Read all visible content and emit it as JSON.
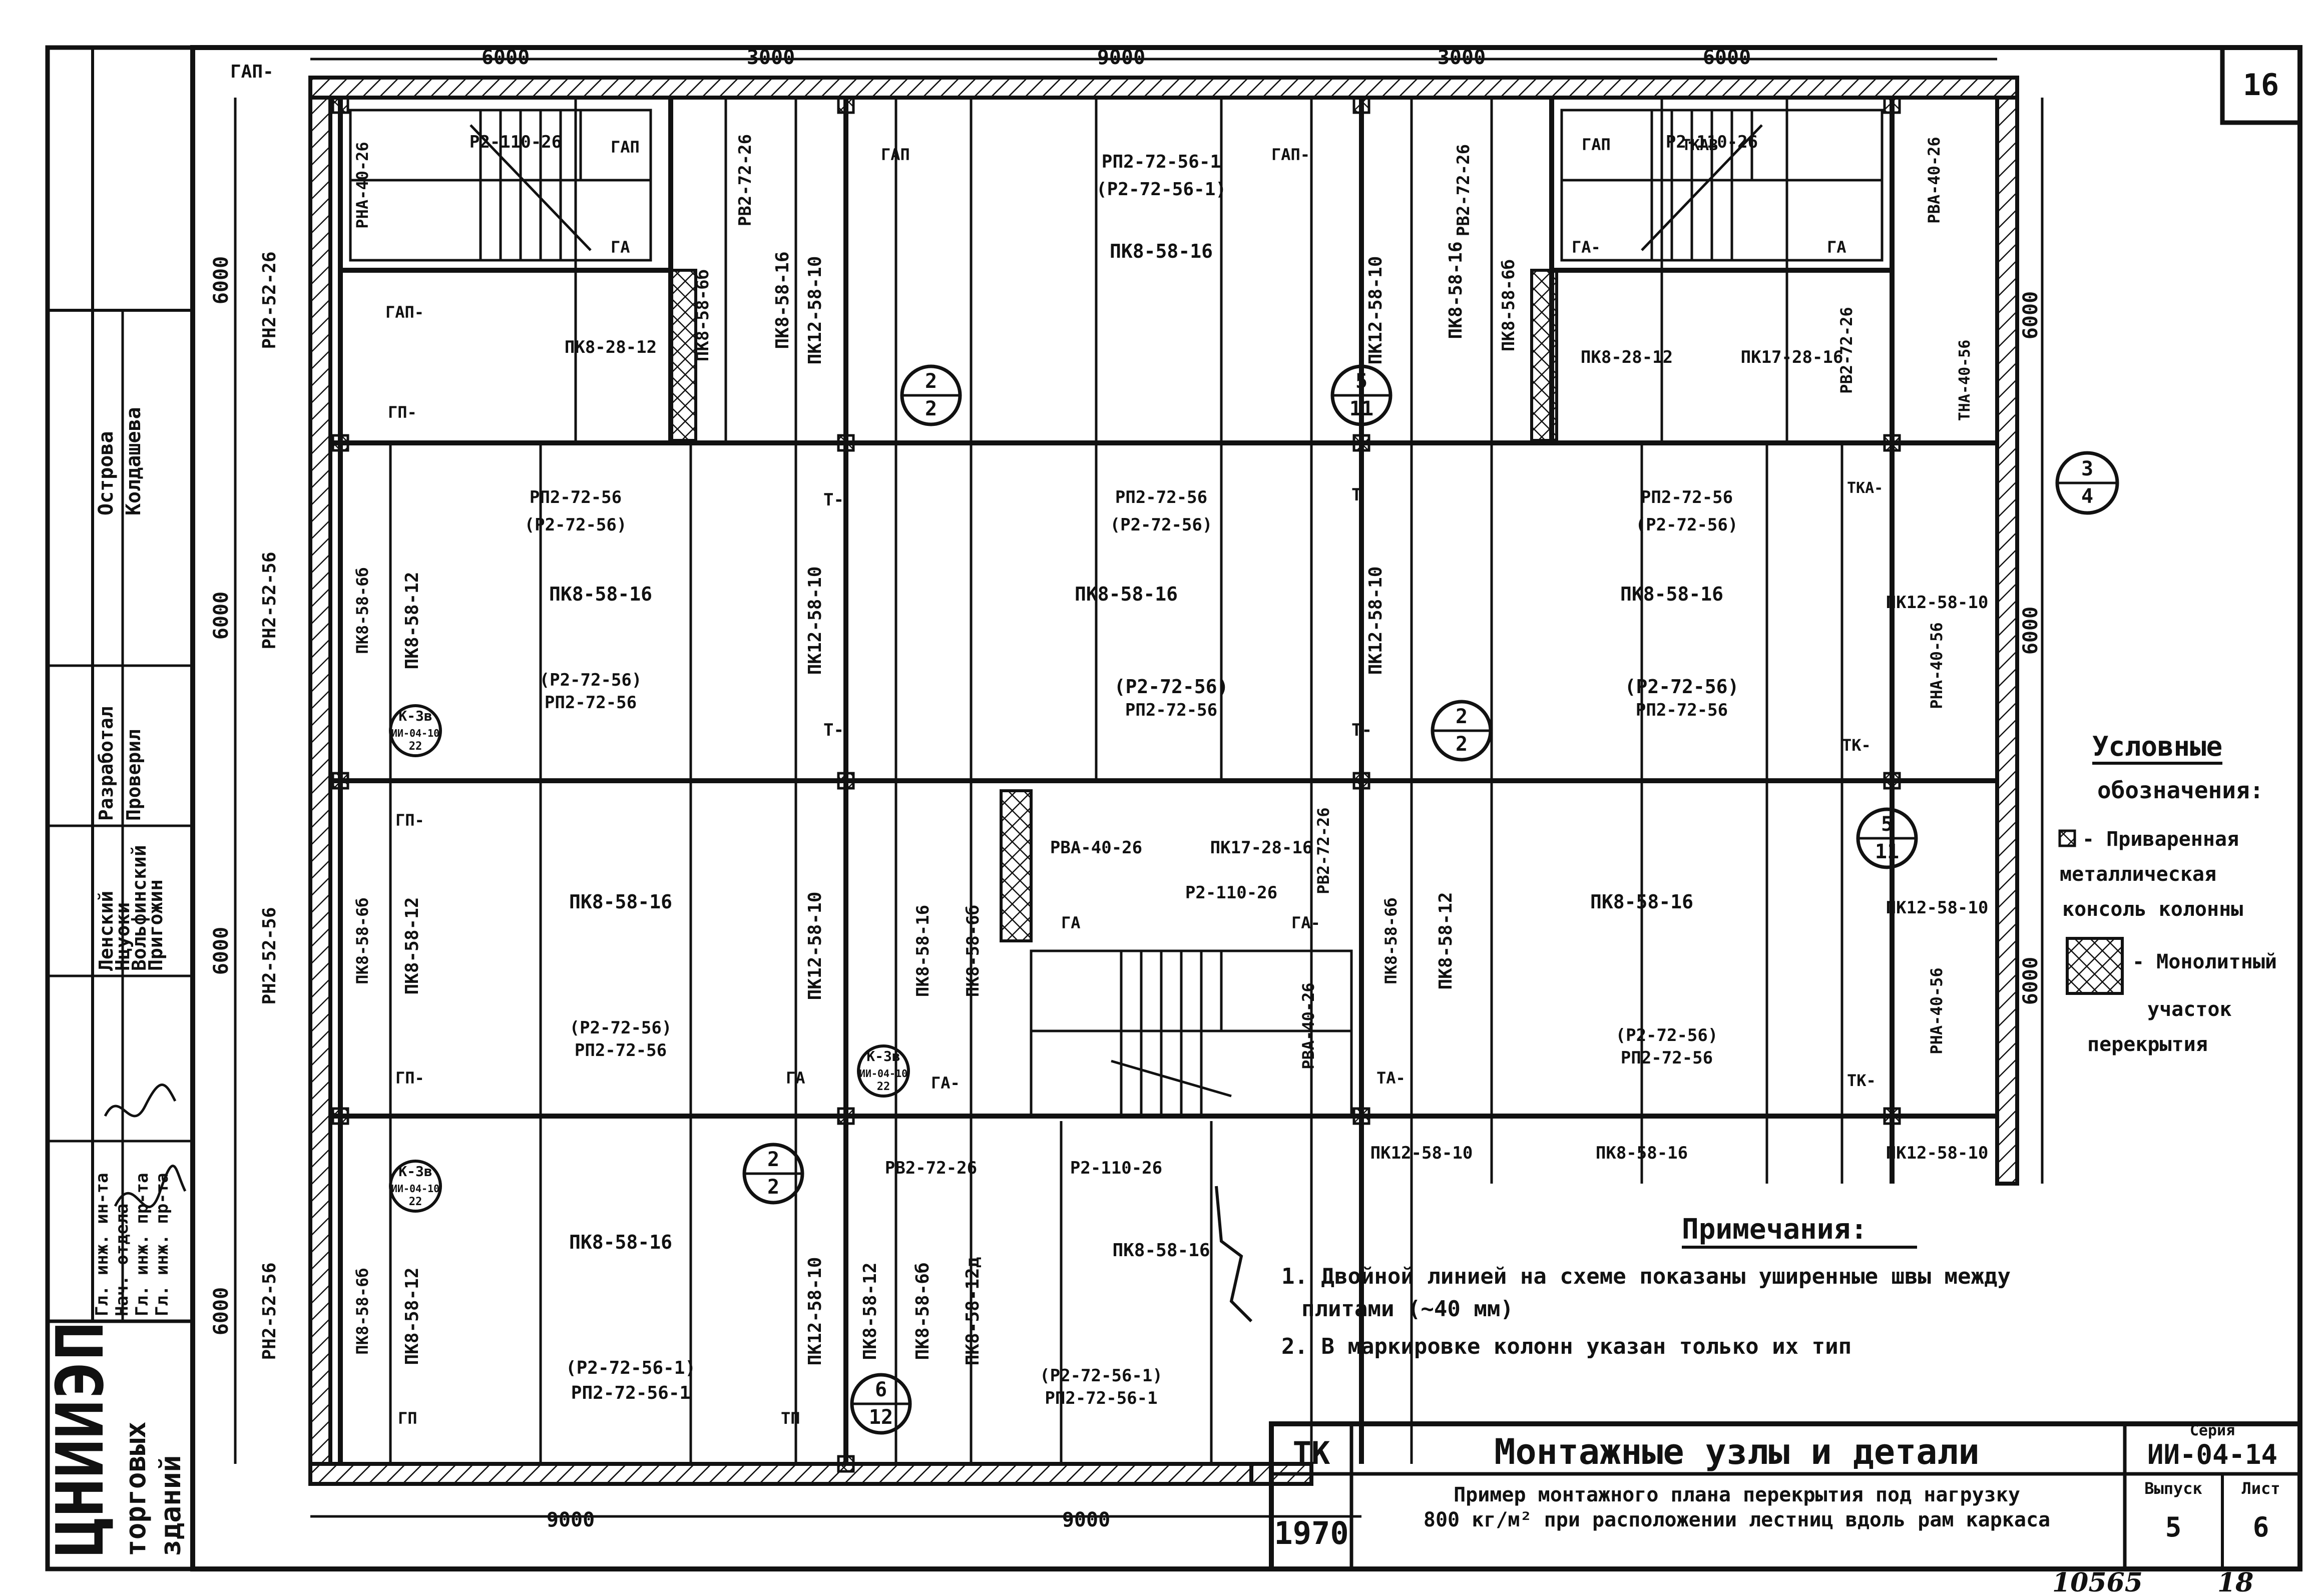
{
  "sheet": {
    "number": "16",
    "inventory": "10565",
    "page": "18"
  },
  "dimensions": {
    "top": [
      "6000",
      "3000",
      "9000",
      "3000",
      "6000"
    ],
    "left": [
      "6000",
      "6000",
      "6000",
      "6000"
    ],
    "right": [
      "6000",
      "6000",
      "6000"
    ],
    "bottom": [
      "9000",
      "9000"
    ]
  },
  "labels": {
    "plates": [
      "Р2-110-26",
      "РНА-40-26",
      "РН2-52-26",
      "РВ2-72-26",
      "РП2-72-56-1",
      "(Р2-72-56-1)",
      "ПК8-58-16",
      "ПК12-58-10",
      "ПК8-58-6б",
      "Р2-110-26",
      "ПК8-28-12",
      "ПК17-28-16",
      "РВ2-72-26",
      "ПК8-28-12",
      "РВА-40-26",
      "ПК8-58-12",
      "РН2-52-56",
      "РП2-72-56",
      "(Р2-72-56)",
      "ПК8-58-6б",
      "ПК12-58-10",
      "РН2-52-56",
      "ПК8-58-12",
      "ПК8-58-16",
      "РВ2-72-26",
      "Р2-110-26",
      "ПК12-58-10",
      "ПК8-58-6б",
      "ПК8-58-12",
      "ПК8-58-12д",
      "(Р2-72-56-1)",
      "РП2-72-56-1",
      "ПК12-58-10",
      "РН2-52-56",
      "РНА-40-56",
      "ТНА-40-56",
      "ПК12-58-10",
      "ПК8-58-16",
      "РП2-72-56",
      "(Р2-72-56)"
    ],
    "columns": [
      "ГАП-",
      "ГАП",
      "ГА",
      "ГА-",
      "ГП-",
      "ГП",
      "Т-",
      "Т",
      "ТК-",
      "ТКА-",
      "ТКАВ",
      "ТП",
      "ТА-",
      "К-3в"
    ],
    "callouts": [
      {
        "num": "2",
        "den": "2"
      },
      {
        "num": "5",
        "den": "11"
      },
      {
        "num": "3",
        "den": "4"
      },
      {
        "num": "2",
        "den": "2"
      },
      {
        "num": "5",
        "den": "11"
      },
      {
        "num": "2",
        "den": "2"
      },
      {
        "num": "6",
        "den": "12"
      }
    ],
    "column_refs": [
      {
        "type": "К-3в",
        "ref": "ИИ-04-10",
        "sub": "22"
      },
      {
        "type": "К-3в",
        "ref": "ИИ-04-10",
        "sub": "22"
      },
      {
        "type": "К-3в",
        "ref": "ИИ-04-10",
        "sub": "22"
      }
    ]
  },
  "legend": {
    "title_1": "Условные",
    "title_2": "обозначения:",
    "item1": [
      "- Приваренная",
      "металлическая",
      "консоль колонны"
    ],
    "item2": [
      "- Монолитный",
      "участок",
      "перекрытия"
    ]
  },
  "notes": {
    "title": "Примечания:",
    "lines": [
      "1. Двойной линией на схеме показаны уширенные швы между",
      "плитами (~40 мм)",
      "2. В маркировке колонн указан только их тип"
    ]
  },
  "titleblock": {
    "code": "ТК",
    "year": "1970",
    "title": "Монтажные узлы и детали",
    "subtitle_1": "Пример монтажного плана перекрытия под нагрузку",
    "subtitle_2": "800 кг/м² при расположении лестниц вдоль рам каркаса",
    "series_label": "Серия",
    "series": "ИИ-04-14",
    "issue_label": "Выпуск",
    "issue": "5",
    "sheet_label": "Лист",
    "sheet": "6"
  },
  "stamp": {
    "org": "ЦНИИЭП",
    "org_sub_1": "торговых",
    "org_sub_2": "зданий",
    "roles": [
      "Гл. инж. ин-та",
      "Нач. отдела",
      "Гл. инж. пр-та",
      "Гл. инж. пр-та",
      "Разработал",
      "Проверил"
    ],
    "names": [
      "Ленский",
      "Нцуоки",
      "Вольфинский",
      "Пригожин",
      "Острова",
      "Колдашева"
    ]
  }
}
